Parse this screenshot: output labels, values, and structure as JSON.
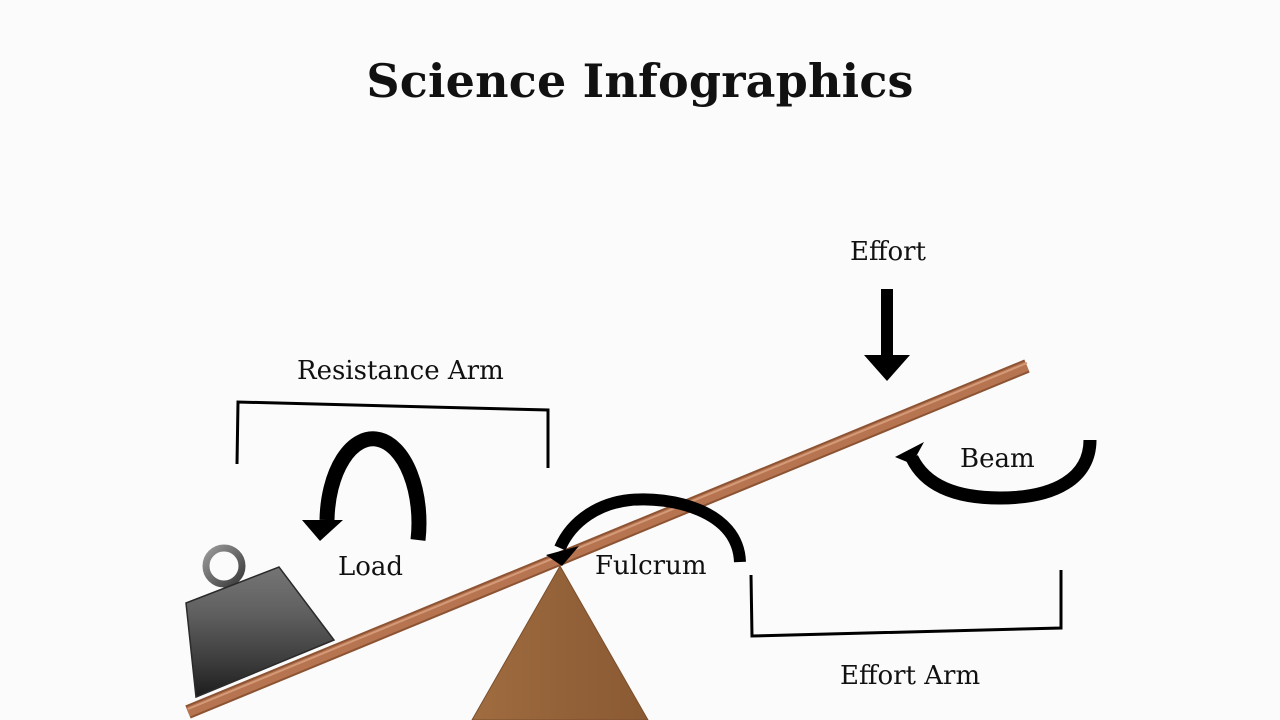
{
  "title": "Science Infographics",
  "labels": {
    "effort": "Effort",
    "resistance_arm": "Resistance Arm",
    "beam": "Beam",
    "load": "Load",
    "fulcrum": "Fulcrum",
    "effort_arm": "Effort Arm"
  },
  "colors": {
    "beam": "#b4704b",
    "fulcrum": "#9a673b",
    "weight": "#5e5e5e",
    "ink": "#000000",
    "background": "#fbfbfb"
  }
}
